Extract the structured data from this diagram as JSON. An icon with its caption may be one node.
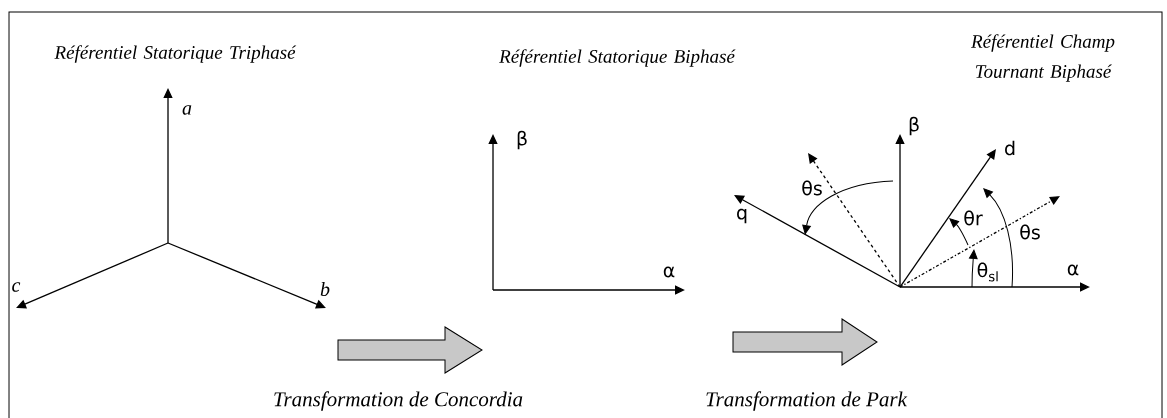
{
  "diagram": {
    "labels": [
      "Référentiel Statorique Triphasé",
      "Référentiel Statorique Biphasé",
      "Référentiel Champ Tournant Biphasé",
      "a",
      "β",
      "β",
      "d",
      "θs",
      "q",
      "θr",
      "θs",
      "α",
      "θ$_{sl}$",
      "α",
      "c",
      "b",
      "Transformation de Concordia",
      "Transformation de Park"
    ]
  }
}
